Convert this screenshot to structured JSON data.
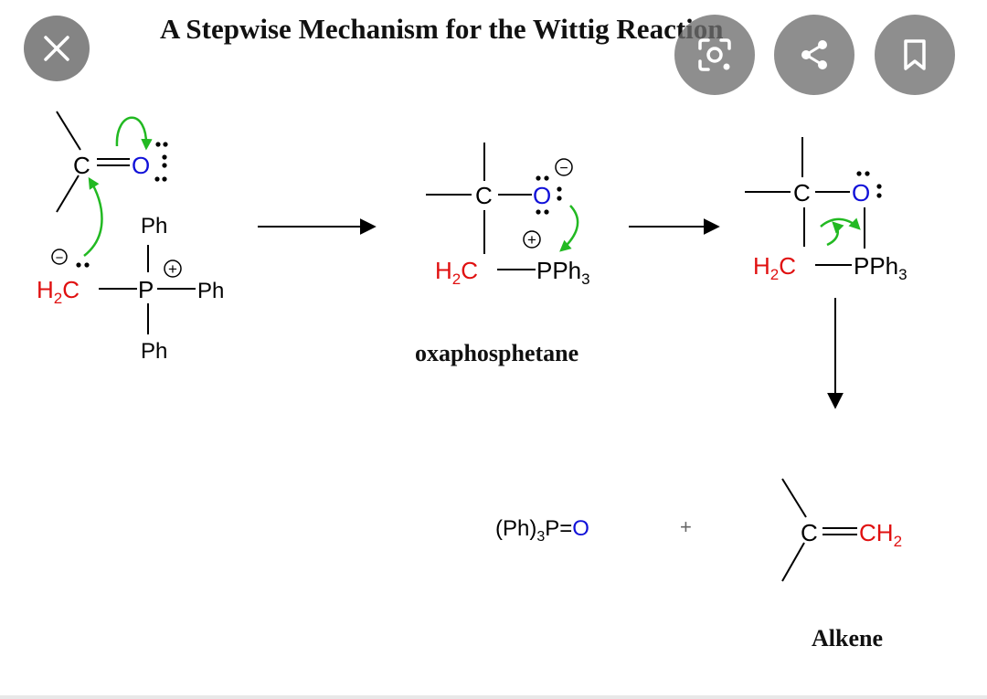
{
  "title": "A Stepwise Mechanism for the Wittig Reaction",
  "captions": {
    "oxaphosphetane": "oxaphosphetane",
    "alkene": "Alkene"
  },
  "atoms": {
    "C": "C",
    "O": "O",
    "P": "P",
    "H": "H",
    "Ph": "Ph",
    "PPh": "PPh",
    "CH": "CH",
    "sub2": "2",
    "sub3": "3",
    "byproduct_open": "(Ph)",
    "byproduct_mid": "P=",
    "plus": "+",
    "charge_plus": "+",
    "charge_minus": "−"
  },
  "colors": {
    "oxygen": "#1010d8",
    "carbanion": "#e01010",
    "arrow_green": "#22b922",
    "bond": "#000000",
    "overlay_button": "#6e6e6e"
  },
  "overlay_buttons": [
    {
      "name": "close-button",
      "icon": "close-icon"
    },
    {
      "name": "visual-search-button",
      "icon": "lens-icon"
    },
    {
      "name": "share-button",
      "icon": "share-icon"
    },
    {
      "name": "save-button",
      "icon": "bookmark-icon"
    }
  ]
}
